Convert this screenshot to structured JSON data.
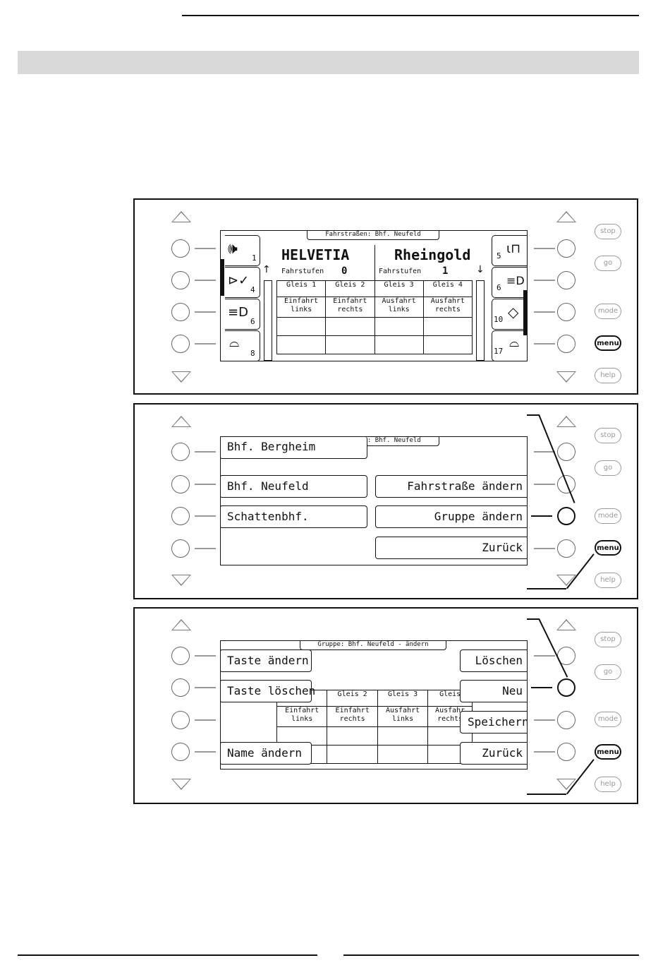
{
  "panel1": {
    "title": "Fahrstraßen: Bhf. Neufeld",
    "loco_left": {
      "name": "HELVETIA",
      "label": "Fahrstufen",
      "speed": "0"
    },
    "loco_right": {
      "name": "Rheingold",
      "label": "Fahrstufen",
      "speed": "1"
    },
    "left_softkeys": [
      {
        "num": "1",
        "icon": "horn-icon"
      },
      {
        "num": "4",
        "icon": "whistle-check-icon"
      },
      {
        "num": "6",
        "icon": "headlight-icon"
      },
      {
        "num": "8",
        "icon": "cab-light-icon"
      }
    ],
    "right_softkeys": [
      {
        "num": "5",
        "icon": "bell-icon"
      },
      {
        "num": "6",
        "icon": "headlight-icon"
      },
      {
        "num": "10",
        "icon": "shunt-icon"
      },
      {
        "num": "17",
        "icon": "cab-light-icon"
      }
    ],
    "table": {
      "headers": [
        "Gleis 1",
        "Gleis 2",
        "Gleis 3",
        "Gleis 4"
      ],
      "row1": [
        [
          "Einfahrt",
          "links"
        ],
        [
          "Einfahrt",
          "rechts"
        ],
        [
          "Ausfahrt",
          "links"
        ],
        [
          "Ausfahrt",
          "rechts"
        ]
      ]
    }
  },
  "panel2": {
    "title": "Fahrstraßen: Bhf. Neufeld",
    "left_buttons": [
      "Bhf. Bergheim",
      "Bhf. Neufeld",
      "Schattenbhf."
    ],
    "right_buttons": [
      "Fahrstraße ändern",
      "Gruppe ändern",
      "Zurück"
    ]
  },
  "panel3": {
    "title": "Gruppe: Bhf. Neufeld - ändern",
    "left_buttons": [
      "Taste ändern",
      "Taste löschen",
      "Name ändern"
    ],
    "right_buttons": [
      "Löschen",
      "Neu",
      "Speichern",
      "Zurück"
    ],
    "table": {
      "headers": [
        "1",
        "Gleis 2",
        "Gleis 3",
        "Gleis"
      ],
      "row1": [
        [
          "Einfahrt",
          "links"
        ],
        [
          "Einfahrt",
          "rechts"
        ],
        [
          "Ausfahrt",
          "links"
        ],
        [
          "Ausfahr",
          "rechts"
        ]
      ]
    }
  },
  "side_buttons": {
    "stop": "stop",
    "go": "go",
    "mode": "mode",
    "menu": "menu",
    "help": "help"
  }
}
